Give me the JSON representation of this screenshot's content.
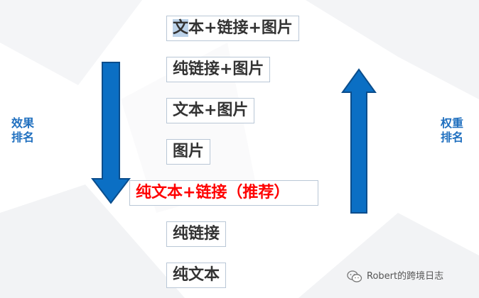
{
  "items": [
    {
      "label_first": "文",
      "label_rest": "本+链接+图片"
    },
    {
      "label": "纯链接+图片"
    },
    {
      "label": "文本+图片"
    },
    {
      "label": "图片"
    },
    {
      "label": "纯文本+链接（推荐）"
    },
    {
      "label": "纯链接"
    },
    {
      "label": "纯文本"
    }
  ],
  "left_label": {
    "line1": "效果",
    "line2": "排名"
  },
  "right_label": {
    "line1": "权重",
    "line2": "排名"
  },
  "footer": {
    "text": "Robert的跨境日志",
    "icon": "wechat-icon"
  },
  "colors": {
    "arrow_fill": "#0b6fc4",
    "arrow_stroke": "#0a4d8c",
    "label_color": "#1f6fbf",
    "recommend_color": "#ff0000"
  }
}
